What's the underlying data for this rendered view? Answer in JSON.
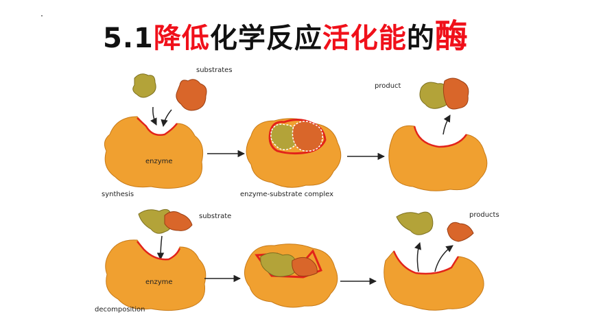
{
  "slide": {
    "title_parts": [
      {
        "text": "5.1",
        "style": "black"
      },
      {
        "text": "降低",
        "style": "red"
      },
      {
        "text": "化学反应",
        "style": "black"
      },
      {
        "text": "活化能",
        "style": "red"
      },
      {
        "text": "的",
        "style": "black"
      },
      {
        "text": "酶",
        "style": "red-big"
      }
    ]
  },
  "diagram": {
    "labels": {
      "substrates": "substrates",
      "enzyme_top": "enzyme",
      "synthesis": "synthesis",
      "complex": "enzyme-substrate complex",
      "product": "product",
      "substrate": "substrate",
      "enzyme_bottom": "enzyme",
      "decomposition": "decomposition",
      "products": "products"
    },
    "colors": {
      "enzyme": "#f0a030",
      "enzyme_dark": "#d88a20",
      "substrate_olive": "#b3a339",
      "substrate_rust": "#d9662a",
      "active_site": "#e2231a",
      "title_red": "#f0101a"
    }
  }
}
